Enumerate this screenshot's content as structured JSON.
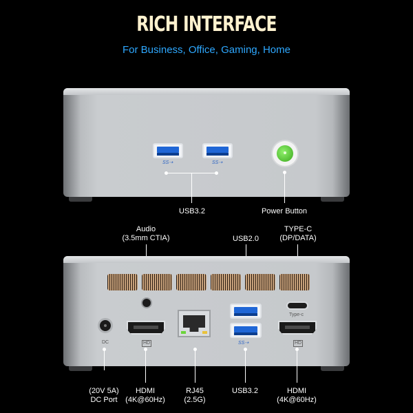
{
  "title": "RICH INTERFACE",
  "subtitle": "For Business, Office, Gaming, Home",
  "front": {
    "usb_label": "USB3.2",
    "power_label": "Power Button",
    "ss_mark": "SS⇢"
  },
  "back": {
    "audio_label_1": "Audio",
    "audio_label_2": "(3.5mm CTIA)",
    "usb2_label": "USB2.0",
    "typec_label_1": "TYPE-C",
    "typec_label_2": "(DP/DATA)",
    "dc_label_1": "(20V 5A)",
    "dc_label_2": "DC Port",
    "hdmi1_label_1": "HDMI",
    "hdmi1_label_2": "(4K@60Hz)",
    "rj45_label_1": "RJ45",
    "rj45_label_2": "(2.5G)",
    "usb32_label": "USB3.2",
    "hdmi2_label_1": "HDMI",
    "hdmi2_label_2": "(4K@60Hz)",
    "dc_mark": "DC",
    "typec_mark": "Type-c",
    "hd_mark": "HD",
    "ss_mark": "SS⇢"
  },
  "colors": {
    "title": "#fff2cf",
    "subtitle": "#2ea8ff",
    "vent": "#c8a27c",
    "power": "#4cc126"
  }
}
